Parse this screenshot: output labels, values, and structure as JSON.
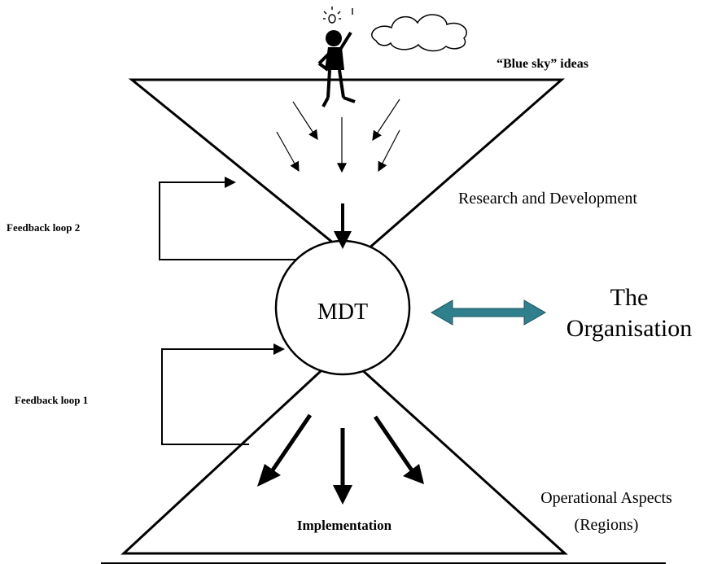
{
  "diagram": {
    "labels": {
      "blue_sky": "“Blue sky” ideas",
      "rnd": "Research and Development",
      "feedback2": "Feedback loop 2",
      "feedback1": "Feedback loop 1",
      "center": "MDT",
      "org_line1": "The",
      "org_line2": "Organisation",
      "operational_line1": "Operational Aspects",
      "operational_line2": "(Regions)",
      "implementation": "Implementation"
    },
    "colors": {
      "stroke": "#000000",
      "double_arrow": "#2f7f8d",
      "background": "#ffffff"
    },
    "icons": [
      "person-icon",
      "lightbulb-icon",
      "cloud-icon"
    ]
  }
}
